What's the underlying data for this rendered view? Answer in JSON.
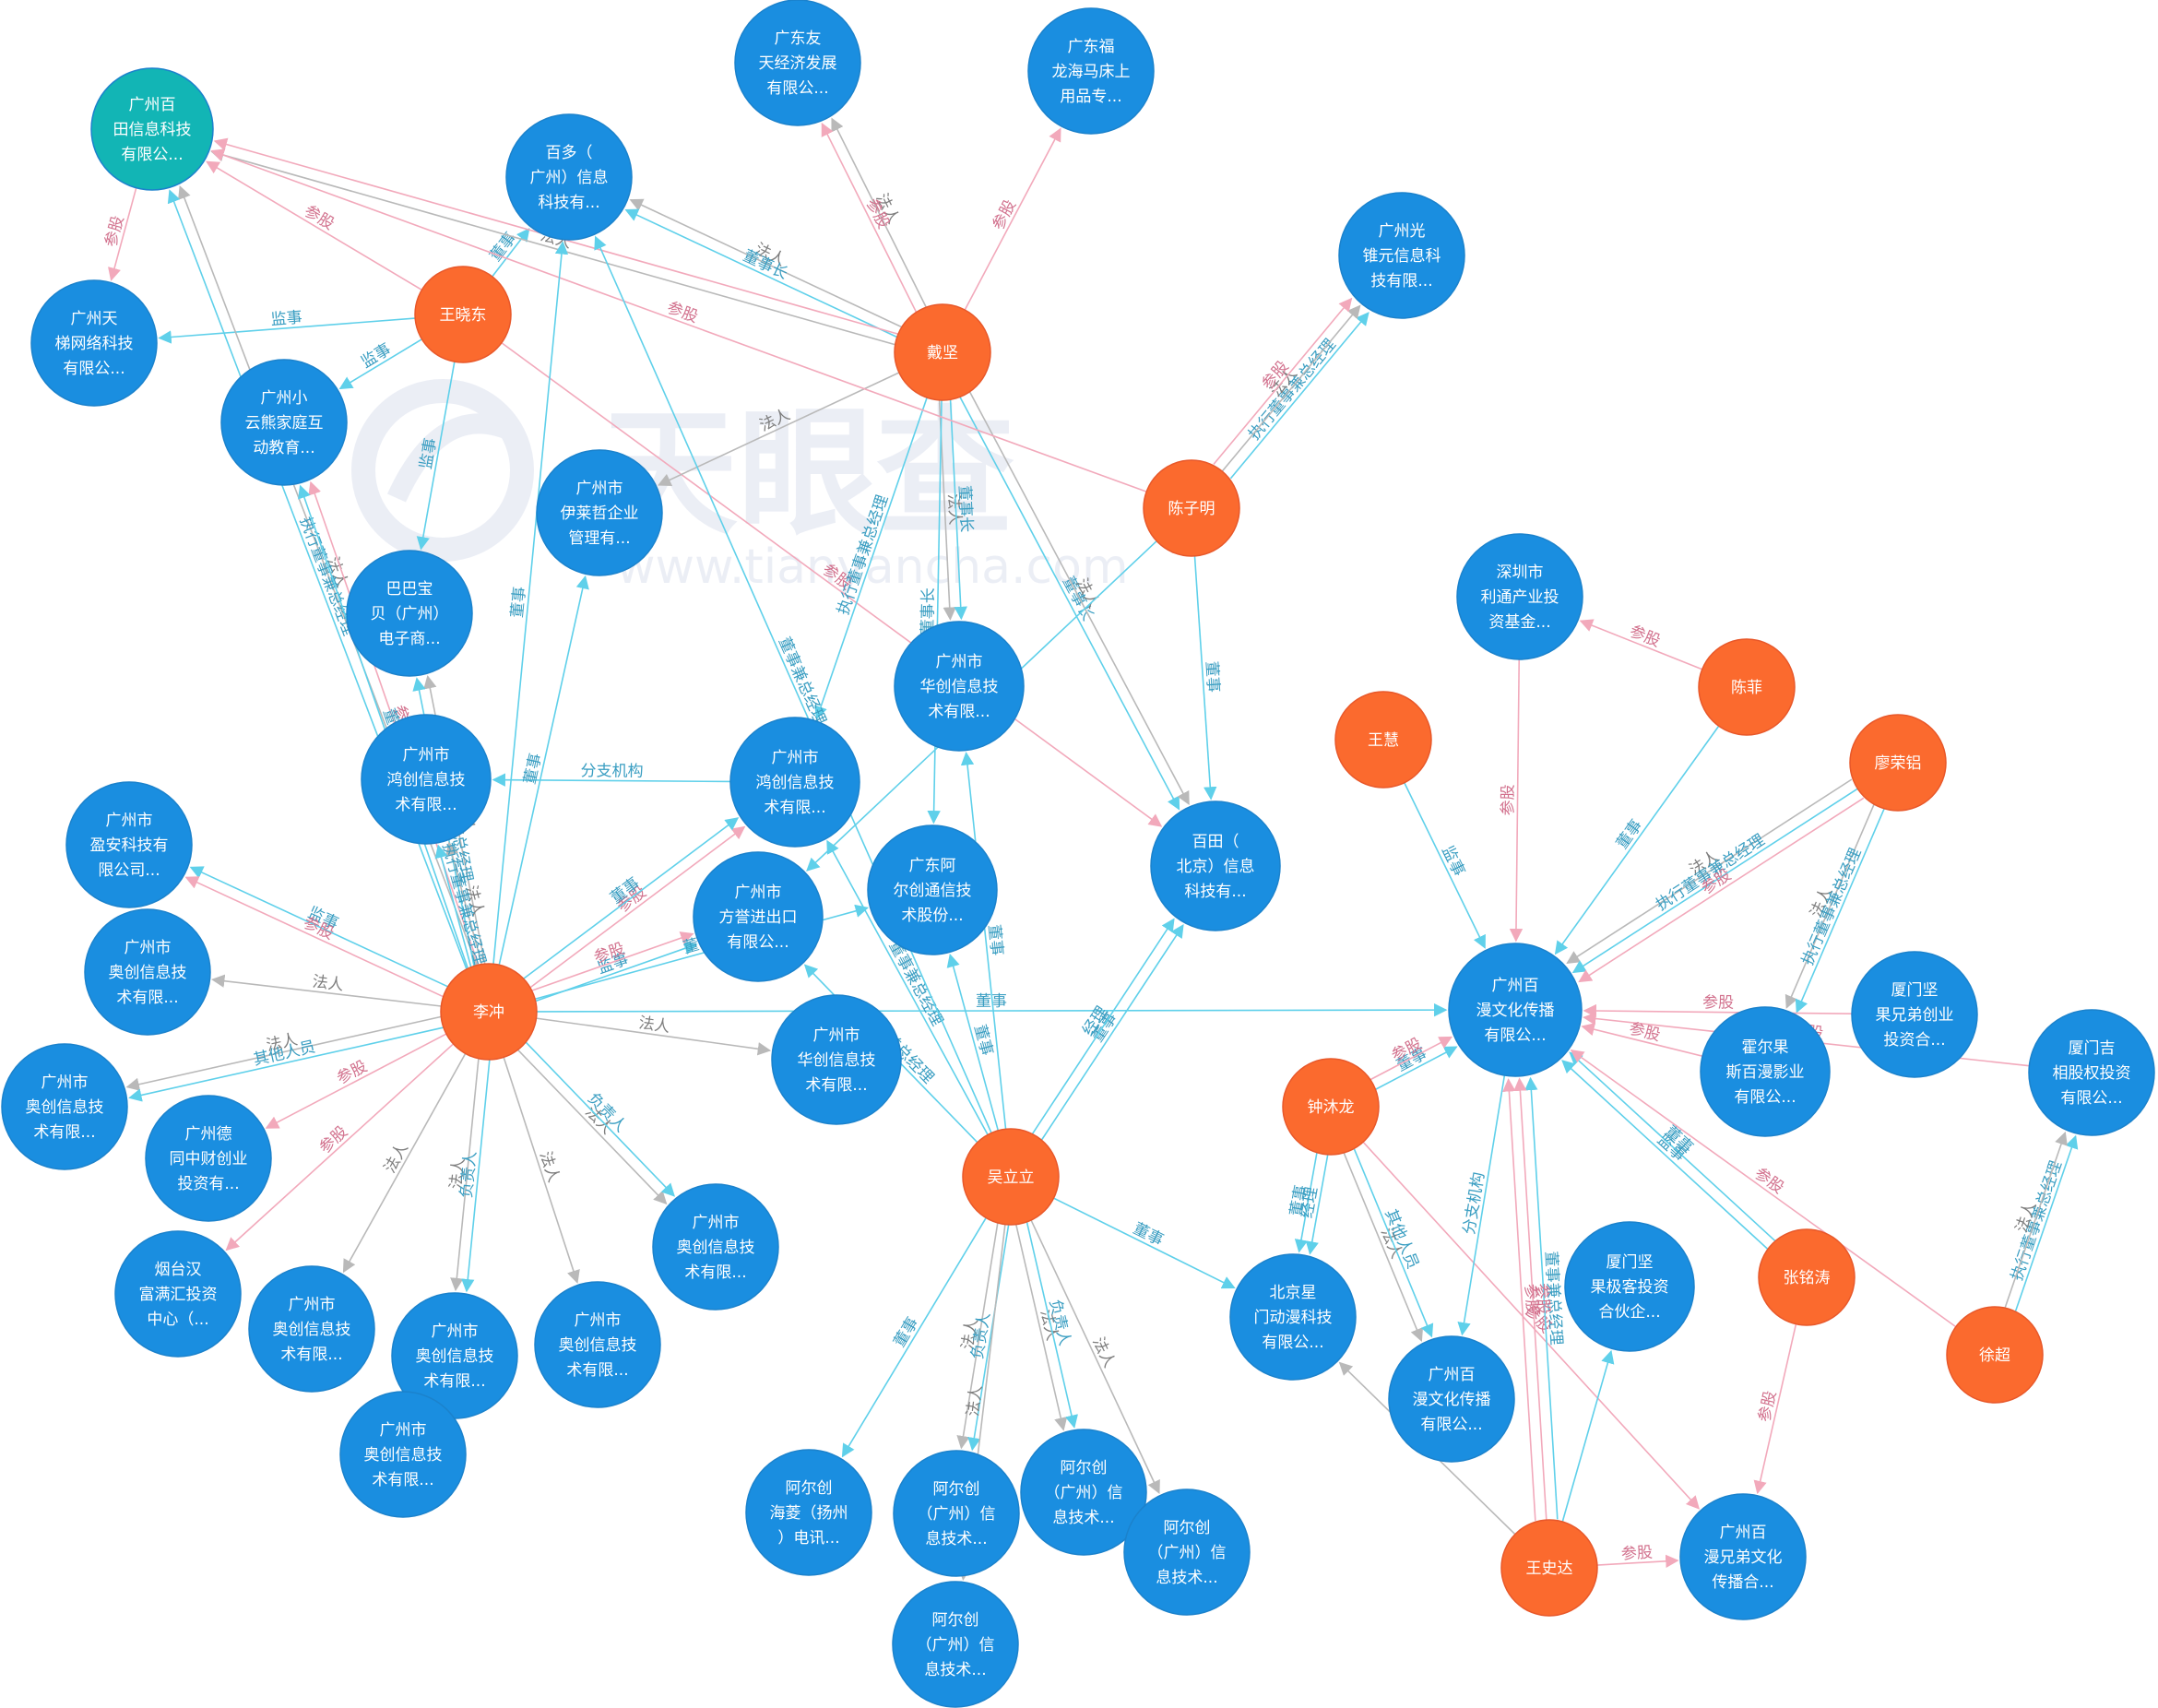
{
  "colors": {
    "company": "#1a8ee0",
    "company_stroke": "#1b82cc",
    "person": "#fb6a2e",
    "person_stroke": "#e8582a",
    "highlight": "#12b5b5",
    "link_cyan": "#5fd0ea",
    "link_pink": "#f2a9bb",
    "link_gray": "#b9b9b9",
    "label_cyan": "#3a9ec2",
    "label_pink": "#d2728e",
    "label_gray": "#7e7e7e"
  },
  "watermark": {
    "brand": "天眼查",
    "url": "www.tianyancha.com"
  },
  "nodes": [
    {
      "id": "c_tiancai",
      "type": "highlight",
      "lines": [
        "广州百",
        "田信息科技",
        "有限公..."
      ]
    },
    {
      "id": "c_tianti",
      "type": "company",
      "lines": [
        "广州天",
        "梯网络科技",
        "有限公..."
      ]
    },
    {
      "id": "c_baiduo",
      "type": "company",
      "lines": [
        "百多（",
        "广州）信息",
        "科技有..."
      ]
    },
    {
      "id": "c_youtian",
      "type": "company",
      "lines": [
        "广东友",
        "天经济发展",
        "有限公..."
      ]
    },
    {
      "id": "c_fulong",
      "type": "company",
      "lines": [
        "广东福",
        "龙海马床上",
        "用品专..."
      ]
    },
    {
      "id": "c_guangrui",
      "type": "company",
      "lines": [
        "广州光",
        "锥元信息科",
        "技有限..."
      ]
    },
    {
      "id": "c_yunxiong",
      "type": "company",
      "lines": [
        "广州小",
        "云熊家庭互",
        "动教育..."
      ]
    },
    {
      "id": "c_yilaizhe",
      "type": "company",
      "lines": [
        "广州市",
        "伊莱哲企业",
        "管理有..."
      ]
    },
    {
      "id": "c_baba",
      "type": "company",
      "lines": [
        "巴巴宝",
        "贝（广州）",
        "电子商..."
      ]
    },
    {
      "id": "c_huachuang1",
      "type": "company",
      "lines": [
        "广州市",
        "华创信息技",
        "术有限..."
      ]
    },
    {
      "id": "c_hongchuang1",
      "type": "company",
      "lines": [
        "广州市",
        "鸿创信息技",
        "术有限..."
      ]
    },
    {
      "id": "c_hongchuang2",
      "type": "company",
      "lines": [
        "广州市",
        "鸿创信息技",
        "术有限..."
      ]
    },
    {
      "id": "c_yingan",
      "type": "company",
      "lines": [
        "广州市",
        "盈安科技有",
        "限公司..."
      ]
    },
    {
      "id": "c_fangyu",
      "type": "company",
      "lines": [
        "广州市",
        "方誉进出口",
        "有限公..."
      ]
    },
    {
      "id": "c_erchuang_gd",
      "type": "company",
      "lines": [
        "广东阿",
        "尔创通信技",
        "术股份..."
      ]
    },
    {
      "id": "c_baitian_bj",
      "type": "company",
      "lines": [
        "百田（",
        "北京）信息",
        "科技有..."
      ]
    },
    {
      "id": "c_shenzhen",
      "type": "company",
      "lines": [
        "深圳市",
        "利通产业投",
        "资基金..."
      ]
    },
    {
      "id": "c_aochuang1",
      "type": "company",
      "lines": [
        "广州市",
        "奥创信息技",
        "术有限..."
      ]
    },
    {
      "id": "c_aochuang2",
      "type": "company",
      "lines": [
        "广州市",
        "奥创信息技",
        "术有限..."
      ]
    },
    {
      "id": "c_tongzhong",
      "type": "company",
      "lines": [
        "广州德",
        "同中财创业",
        "投资有..."
      ]
    },
    {
      "id": "c_yantai",
      "type": "company",
      "lines": [
        "烟台汉",
        "富满汇投资",
        "中心（..."
      ]
    },
    {
      "id": "c_aochuang3",
      "type": "company",
      "lines": [
        "广州市",
        "奥创信息技",
        "术有限..."
      ]
    },
    {
      "id": "c_aochuang4",
      "type": "company",
      "lines": [
        "广州市",
        "奥创信息技",
        "术有限..."
      ]
    },
    {
      "id": "c_aochuang5",
      "type": "company",
      "lines": [
        "广州市",
        "奥创信息技",
        "术有限..."
      ]
    },
    {
      "id": "c_aochuang6",
      "type": "company",
      "lines": [
        "广州市",
        "奥创信息技",
        "术有限..."
      ]
    },
    {
      "id": "c_aochuang7",
      "type": "company",
      "lines": [
        "广州市",
        "奥创信息技",
        "术有限..."
      ]
    },
    {
      "id": "c_huachuang2",
      "type": "company",
      "lines": [
        "广州市",
        "华创信息技",
        "术有限..."
      ]
    },
    {
      "id": "c_baiman1",
      "type": "company",
      "lines": [
        "广州百",
        "漫文化传播",
        "有限公..."
      ]
    },
    {
      "id": "c_xiamen_xd",
      "type": "company",
      "lines": [
        "厦门坚",
        "果兄弟创业",
        "投资合..."
      ]
    },
    {
      "id": "c_xiamen_ji",
      "type": "company",
      "lines": [
        "厦门吉",
        "相股权投资",
        "有限公..."
      ]
    },
    {
      "id": "c_huoerguo",
      "type": "company",
      "lines": [
        "霍尔果",
        "斯百漫影业",
        "有限公..."
      ]
    },
    {
      "id": "c_xiamen_jg",
      "type": "company",
      "lines": [
        "厦门坚",
        "果极客投资",
        "合伙企..."
      ]
    },
    {
      "id": "c_beijingxing",
      "type": "company",
      "lines": [
        "北京星",
        "门动漫科技",
        "有限公..."
      ]
    },
    {
      "id": "c_baiman2",
      "type": "company",
      "lines": [
        "广州百",
        "漫文化传播",
        "有限公..."
      ]
    },
    {
      "id": "c_baiman_xd",
      "type": "company",
      "lines": [
        "广州百",
        "漫兄弟文化",
        "传播合..."
      ]
    },
    {
      "id": "c_erchuang_yz",
      "type": "company",
      "lines": [
        "阿尔创",
        "海菱（扬州",
        "）电讯..."
      ]
    },
    {
      "id": "c_erchuang_g1",
      "type": "company",
      "lines": [
        "阿尔创",
        "（广州）信",
        "息技术..."
      ]
    },
    {
      "id": "c_erchuang_g2",
      "type": "company",
      "lines": [
        "阿尔创",
        "（广州）信",
        "息技术..."
      ]
    },
    {
      "id": "c_erchuang_g3",
      "type": "company",
      "lines": [
        "阿尔创",
        "（广州）信",
        "息技术..."
      ]
    },
    {
      "id": "c_erchuang_g4",
      "type": "company",
      "lines": [
        "阿尔创",
        "（广州）信",
        "息技术..."
      ]
    },
    {
      "id": "p_wangxiaodong",
      "type": "person",
      "lines": [
        "王晓东"
      ]
    },
    {
      "id": "p_daijian",
      "type": "person",
      "lines": [
        "戴坚"
      ]
    },
    {
      "id": "p_chenziming",
      "type": "person",
      "lines": [
        "陈子明"
      ]
    },
    {
      "id": "p_lichong",
      "type": "person",
      "lines": [
        "李冲"
      ]
    },
    {
      "id": "p_wulili",
      "type": "person",
      "lines": [
        "吴立立"
      ]
    },
    {
      "id": "p_wanghui",
      "type": "person",
      "lines": [
        "王慧"
      ]
    },
    {
      "id": "p_chenfei",
      "type": "person",
      "lines": [
        "陈菲"
      ]
    },
    {
      "id": "p_liaorong",
      "type": "person",
      "lines": [
        "廖荣铝"
      ]
    },
    {
      "id": "p_zhongmulong",
      "type": "person",
      "lines": [
        "钟沐龙"
      ]
    },
    {
      "id": "p_zhangmingtao",
      "type": "person",
      "lines": [
        "张铭涛"
      ]
    },
    {
      "id": "p_xuchao",
      "type": "person",
      "lines": [
        "徐超"
      ]
    },
    {
      "id": "p_wangshida",
      "type": "person",
      "lines": [
        "王史达"
      ]
    }
  ],
  "edges": [
    {
      "from": "p_wangxiaodong",
      "to": "c_tiancai",
      "label": "参股",
      "kind": "pink"
    },
    {
      "from": "p_wangxiaodong",
      "to": "c_tianti",
      "label": "监事",
      "kind": "cyan"
    },
    {
      "from": "p_wangxiaodong",
      "to": "c_yunxiong",
      "label": "监事",
      "kind": "cyan"
    },
    {
      "from": "p_wangxiaodong",
      "to": "c_baba",
      "label": "监事",
      "kind": "cyan"
    },
    {
      "from": "p_wangxiaodong",
      "to": "c_baiduo",
      "label": "董事",
      "kind": "cyan"
    },
    {
      "from": "p_wangxiaodong",
      "to": "c_baitian_bj",
      "label": "参股",
      "kind": "pink"
    },
    {
      "from": "c_tiancai",
      "to": "c_tianti",
      "label": "参股",
      "kind": "pink"
    },
    {
      "from": "p_daijian",
      "to": "c_youtian",
      "label": "法人",
      "kind": "gray"
    },
    {
      "from": "p_daijian",
      "to": "c_youtian",
      "label": "参股",
      "kind": "pink"
    },
    {
      "from": "p_daijian",
      "to": "c_fulong",
      "label": "参股",
      "kind": "pink"
    },
    {
      "from": "p_daijian",
      "to": "c_baiduo",
      "label": "法人",
      "kind": "gray"
    },
    {
      "from": "p_daijian",
      "to": "c_baiduo",
      "label": "董事长",
      "kind": "cyan"
    },
    {
      "from": "p_daijian",
      "to": "c_tiancai",
      "label": "参股",
      "kind": "pink"
    },
    {
      "from": "p_daijian",
      "to": "c_tiancai",
      "label": "法人",
      "kind": "gray"
    },
    {
      "from": "p_daijian",
      "to": "c_yilaizhe",
      "label": "法人",
      "kind": "gray"
    },
    {
      "from": "p_daijian",
      "to": "c_hongchuang1",
      "label": "执行董事兼总经理",
      "kind": "cyan"
    },
    {
      "from": "p_daijian",
      "to": "c_huachuang1",
      "label": "法人",
      "kind": "gray"
    },
    {
      "from": "p_daijian",
      "to": "c_huachuang1",
      "label": "董事长",
      "kind": "cyan"
    },
    {
      "from": "p_daijian",
      "to": "c_baitian_bj",
      "label": "董事长",
      "kind": "cyan"
    },
    {
      "from": "p_daijian",
      "to": "c_baitian_bj",
      "label": "法人",
      "kind": "gray"
    },
    {
      "from": "p_daijian",
      "to": "c_erchuang_gd",
      "label": "董事长",
      "kind": "cyan"
    },
    {
      "from": "p_chenziming",
      "to": "c_guangrui",
      "label": "执行董事兼总经理",
      "kind": "cyan"
    },
    {
      "from": "p_chenziming",
      "to": "c_guangrui",
      "label": "法人",
      "kind": "gray"
    },
    {
      "from": "p_chenziming",
      "to": "c_guangrui",
      "label": "参股",
      "kind": "pink"
    },
    {
      "from": "p_chenziming",
      "to": "c_baitian_bj",
      "label": "董事",
      "kind": "cyan"
    },
    {
      "from": "p_chenziming",
      "to": "c_tiancai",
      "label": "参股",
      "kind": "pink"
    },
    {
      "from": "p_chenziming",
      "to": "c_fangyu",
      "label": "董事",
      "kind": "cyan"
    },
    {
      "from": "c_hongchuang1",
      "to": "c_hongchuang2",
      "label": "分支机构",
      "kind": "cyan"
    },
    {
      "from": "p_lichong",
      "to": "c_tiancai",
      "label": "法人",
      "kind": "gray"
    },
    {
      "from": "p_lichong",
      "to": "c_tiancai",
      "label": "执行董事兼总经理",
      "kind": "cyan"
    },
    {
      "from": "p_lichong",
      "to": "c_yunxiong",
      "label": "参股",
      "kind": "pink"
    },
    {
      "from": "p_lichong",
      "to": "c_yunxiong",
      "label": "董事",
      "kind": "cyan"
    },
    {
      "from": "p_lichong",
      "to": "c_baiduo",
      "label": "董事",
      "kind": "cyan"
    },
    {
      "from": "p_lichong",
      "to": "c_yilaizhe",
      "label": "董事",
      "kind": "cyan"
    },
    {
      "from": "p_lichong",
      "to": "c_baba",
      "label": "法人",
      "kind": "gray"
    },
    {
      "from": "p_lichong",
      "to": "c_baba",
      "label": "执行董事兼总经理",
      "kind": "cyan"
    },
    {
      "from": "p_lichong",
      "to": "c_hongchuang2",
      "label": "法人",
      "kind": "gray"
    },
    {
      "from": "p_lichong",
      "to": "c_hongchuang2",
      "label": "执行董事兼总经理",
      "kind": "cyan"
    },
    {
      "from": "p_lichong",
      "to": "c_hongchuang1",
      "label": "参股",
      "kind": "pink"
    },
    {
      "from": "p_lichong",
      "to": "c_hongchuang1",
      "label": "董事",
      "kind": "cyan"
    },
    {
      "from": "p_lichong",
      "to": "c_fangyu",
      "label": "监事",
      "kind": "cyan"
    },
    {
      "from": "p_lichong",
      "to": "c_fangyu",
      "label": "参股",
      "kind": "pink"
    },
    {
      "from": "p_lichong",
      "to": "c_erchuang_gd",
      "label": "董事",
      "kind": "cyan"
    },
    {
      "from": "p_lichong",
      "to": "c_yingan",
      "label": "监事",
      "kind": "cyan"
    },
    {
      "from": "p_lichong",
      "to": "c_yingan",
      "label": "参股",
      "kind": "pink"
    },
    {
      "from": "p_lichong",
      "to": "c_aochuang1",
      "label": "法人",
      "kind": "gray"
    },
    {
      "from": "p_lichong",
      "to": "c_aochuang2",
      "label": "法人",
      "kind": "gray"
    },
    {
      "from": "p_lichong",
      "to": "c_aochuang2",
      "label": "其他人员",
      "kind": "cyan"
    },
    {
      "from": "p_lichong",
      "to": "c_tongzhong",
      "label": "参股",
      "kind": "pink"
    },
    {
      "from": "p_lichong",
      "to": "c_yantai",
      "label": "参股",
      "kind": "pink"
    },
    {
      "from": "p_lichong",
      "to": "c_aochuang3",
      "label": "法人",
      "kind": "gray"
    },
    {
      "from": "p_lichong",
      "to": "c_aochuang4",
      "label": "法人",
      "kind": "gray"
    },
    {
      "from": "p_lichong",
      "to": "c_aochuang4",
      "label": "负责人",
      "kind": "cyan"
    },
    {
      "from": "p_lichong",
      "to": "c_aochuang6",
      "label": "法人",
      "kind": "gray"
    },
    {
      "from": "p_lichong",
      "to": "c_aochuang7",
      "label": "法人",
      "kind": "gray"
    },
    {
      "from": "p_lichong",
      "to": "c_aochuang7",
      "label": "负责人",
      "kind": "cyan"
    },
    {
      "from": "p_lichong",
      "to": "c_huachuang2",
      "label": "法人",
      "kind": "gray"
    },
    {
      "from": "p_lichong",
      "to": "c_baiman1",
      "label": "董事",
      "kind": "cyan"
    },
    {
      "from": "p_wulili",
      "to": "c_huachuang1",
      "label": "董事",
      "kind": "cyan"
    },
    {
      "from": "p_wulili",
      "to": "c_hongchuang1",
      "label": "董事兼总经理",
      "kind": "cyan"
    },
    {
      "from": "p_wulili",
      "to": "c_baiduo",
      "label": "董事兼总经理",
      "kind": "cyan"
    },
    {
      "from": "p_wulili",
      "to": "c_fangyu",
      "label": "董事兼总经理",
      "kind": "cyan"
    },
    {
      "from": "p_wulili",
      "to": "c_erchuang_gd",
      "label": "董事",
      "kind": "cyan"
    },
    {
      "from": "p_wulili",
      "to": "c_baitian_bj",
      "label": "董事",
      "kind": "cyan"
    },
    {
      "from": "p_wulili",
      "to": "c_baitian_bj",
      "label": "经理",
      "kind": "cyan"
    },
    {
      "from": "p_wulili",
      "to": "c_beijingxing",
      "label": "董事",
      "kind": "cyan"
    },
    {
      "from": "p_wulili",
      "to": "c_erchuang_yz",
      "label": "董事",
      "kind": "cyan"
    },
    {
      "from": "p_wulili",
      "to": "c_erchuang_g1",
      "label": "法人",
      "kind": "gray"
    },
    {
      "from": "p_wulili",
      "to": "c_erchuang_g1",
      "label": "负责人",
      "kind": "cyan"
    },
    {
      "from": "p_wulili",
      "to": "c_erchuang_g4",
      "label": "法人",
      "kind": "gray"
    },
    {
      "from": "p_wulili",
      "to": "c_erchuang_g2",
      "label": "法人",
      "kind": "gray"
    },
    {
      "from": "p_wulili",
      "to": "c_erchuang_g3",
      "label": "法人",
      "kind": "gray"
    },
    {
      "from": "p_wulili",
      "to": "c_erchuang_g3",
      "label": "负责人",
      "kind": "cyan"
    },
    {
      "from": "p_chenfei",
      "to": "c_shenzhen",
      "label": "参股",
      "kind": "pink"
    },
    {
      "from": "p_chenfei",
      "to": "c_baiman1",
      "label": "董事",
      "kind": "cyan"
    },
    {
      "from": "c_shenzhen",
      "to": "c_baiman1",
      "label": "参股",
      "kind": "pink"
    },
    {
      "from": "p_wanghui",
      "to": "c_baiman1",
      "label": "监事",
      "kind": "cyan"
    },
    {
      "from": "p_liaorong",
      "to": "c_baiman1",
      "label": "法人",
      "kind": "gray"
    },
    {
      "from": "p_liaorong",
      "to": "c_baiman1",
      "label": "执行董事兼总经理",
      "kind": "cyan"
    },
    {
      "from": "p_liaorong",
      "to": "c_baiman1",
      "label": "参股",
      "kind": "pink"
    },
    {
      "from": "p_liaorong",
      "to": "c_huoerguo",
      "label": "法人",
      "kind": "gray"
    },
    {
      "from": "p_liaorong",
      "to": "c_huoerguo",
      "label": "执行董事兼总经理",
      "kind": "cyan"
    },
    {
      "from": "c_xiamen_xd",
      "to": "c_baiman1",
      "label": "参股",
      "kind": "pink"
    },
    {
      "from": "c_xiamen_ji",
      "to": "c_baiman1",
      "label": "参股",
      "kind": "pink"
    },
    {
      "from": "c_huoerguo",
      "to": "c_baiman1",
      "label": "参股",
      "kind": "pink"
    },
    {
      "from": "p_zhongmulong",
      "to": "c_baiman1",
      "label": "董事",
      "kind": "cyan"
    },
    {
      "from": "p_zhongmulong",
      "to": "c_baiman1",
      "label": "参股",
      "kind": "pink"
    },
    {
      "from": "p_zhongmulong",
      "to": "c_beijingxing",
      "label": "董事",
      "kind": "cyan"
    },
    {
      "from": "p_zhongmulong",
      "to": "c_beijingxing",
      "label": "经理",
      "kind": "cyan"
    },
    {
      "from": "p_zhongmulong",
      "to": "c_baiman2",
      "label": "法人",
      "kind": "gray"
    },
    {
      "from": "p_zhongmulong",
      "to": "c_baiman2",
      "label": "其他人员",
      "kind": "cyan"
    },
    {
      "from": "p_zhongmulong",
      "to": "c_baiman_xd",
      "label": "参股",
      "kind": "pink"
    },
    {
      "from": "c_baiman1",
      "to": "c_baiman2",
      "label": "分支机构",
      "kind": "cyan"
    },
    {
      "from": "p_zhangmingtao",
      "to": "c_baiman1",
      "label": "董事",
      "kind": "cyan"
    },
    {
      "from": "p_zhangmingtao",
      "to": "c_baiman1",
      "label": "监事",
      "kind": "cyan"
    },
    {
      "from": "p_zhangmingtao",
      "to": "c_baiman_xd",
      "label": "参股",
      "kind": "pink"
    },
    {
      "from": "p_xuchao",
      "to": "c_xiamen_ji",
      "label": "执行董事兼总经理",
      "kind": "cyan"
    },
    {
      "from": "p_xuchao",
      "to": "c_xiamen_ji",
      "label": "法人",
      "kind": "gray"
    },
    {
      "from": "p_xuchao",
      "to": "c_baiman1",
      "label": "参股",
      "kind": "pink"
    },
    {
      "from": "p_wangshida",
      "to": "c_baiman1",
      "label": "董事兼总经理",
      "kind": "cyan"
    },
    {
      "from": "p_wangshida",
      "to": "c_baiman1",
      "label": "参股",
      "kind": "pink"
    },
    {
      "from": "p_wangshida",
      "to": "c_baiman1",
      "label": "参股",
      "kind": "pink"
    },
    {
      "from": "p_wangshida",
      "to": "c_baiman_xd",
      "label": "参股",
      "kind": "pink"
    },
    {
      "from": "p_wangshida",
      "to": "c_beijingxing",
      "label": "",
      "kind": "gray"
    },
    {
      "from": "p_wangshida",
      "to": "c_xiamen_jg",
      "label": "",
      "kind": "cyan"
    }
  ]
}
